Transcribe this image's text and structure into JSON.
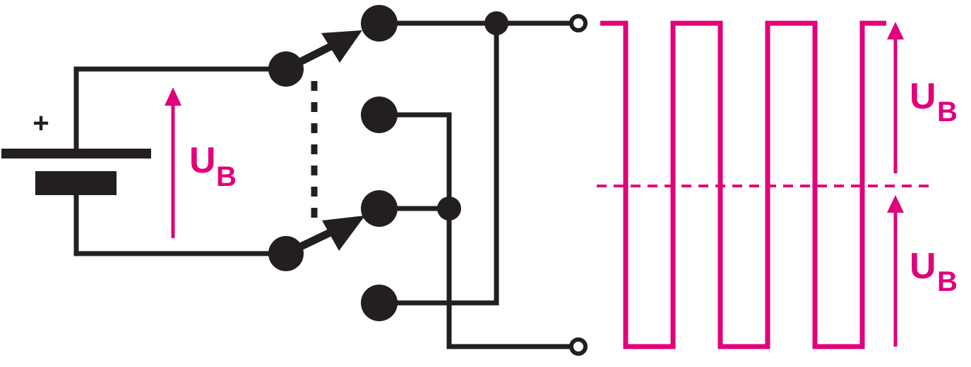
{
  "labels": {
    "battery_plus": "+",
    "voltage_main": "U",
    "voltage_main_sub": "B",
    "voltage_upper": "U",
    "voltage_upper_sub": "B",
    "voltage_lower": "U",
    "voltage_lower_sub": "B"
  },
  "colors": {
    "wire": "#231f20",
    "signal": "#e0007a",
    "background": "#ffffff"
  }
}
